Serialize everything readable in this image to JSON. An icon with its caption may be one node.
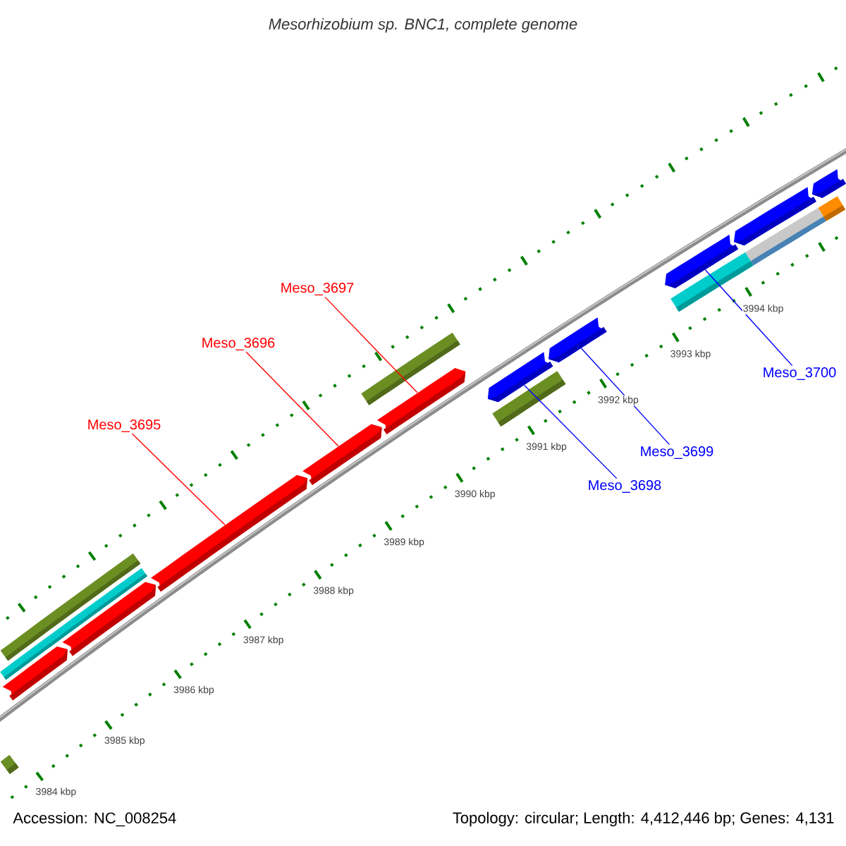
{
  "diagram": {
    "title": "Mesorhizobium sp. BNC1, complete genome",
    "nodes": [
      {
        "text": [
          "Meso_3695"
        ]
      },
      {
        "text": [
          "Meso_3696"
        ]
      },
      {
        "text": [
          "Meso_3697"
        ]
      },
      {
        "text": [
          "Meso_3698"
        ]
      },
      {
        "text": [
          "Meso_3699"
        ]
      },
      {
        "text": [
          "Meso_3700"
        ]
      },
      {
        "text": [],
        "shape": "bar"
      },
      {
        "text": [],
        "shape": "bar"
      },
      {
        "text": [],
        "shape": "bar"
      },
      {
        "text": [],
        "shape": "bar"
      },
      {
        "text": [],
        "shape": "bar"
      },
      {
        "text": [],
        "shape": "bar"
      },
      {
        "text": [],
        "shape": "bar"
      },
      {
        "text": [],
        "shape": "bar"
      },
      {
        "text": [],
        "shape": "bar"
      },
      {
        "text": [],
        "shape": "bar"
      },
      {
        "text": [],
        "shape": "bar"
      },
      {
        "text": [],
        "shape": "bar"
      },
      {
        "text": [],
        "shape": "bar"
      },
      {
        "text": [],
        "shape": "bar"
      },
      {
        "text": [],
        "shape": "bar"
      },
      {
        "text": [],
        "shape": "bar"
      },
      {
        "text": [],
        "shape": "bar"
      },
      {
        "text": [],
        "shape": "bar"
      }
    ],
    "edges": [
      {
        "from": 0,
        "to": 11,
        "arrow": "none"
      },
      {
        "from": 1,
        "to": 12,
        "arrow": "none"
      },
      {
        "from": 2,
        "to": 13,
        "arrow": "none"
      },
      {
        "from": 3,
        "to": 16,
        "arrow": "none",
        "color": "#0000ff"
      },
      {
        "from": 4,
        "to": 17,
        "arrow": "none",
        "color": "#0000ff"
      },
      {
        "from": 5,
        "to": 19,
        "arrow": "none",
        "color": "#0000ff"
      }
    ],
    "labels": [
      "3984 kbp",
      "3985 kbp",
      "3986 kbp",
      "3987 kbp",
      "3988 kbp",
      "3989 kbp",
      "3990 kbp",
      "3991 kbp",
      "3992 kbp",
      "3993 kbp",
      "3994 kbp",
      "Accession: NC_008254",
      "Topology: circular; Length: 4,412,446 bp; Genes: 4,131"
    ]
  }
}
